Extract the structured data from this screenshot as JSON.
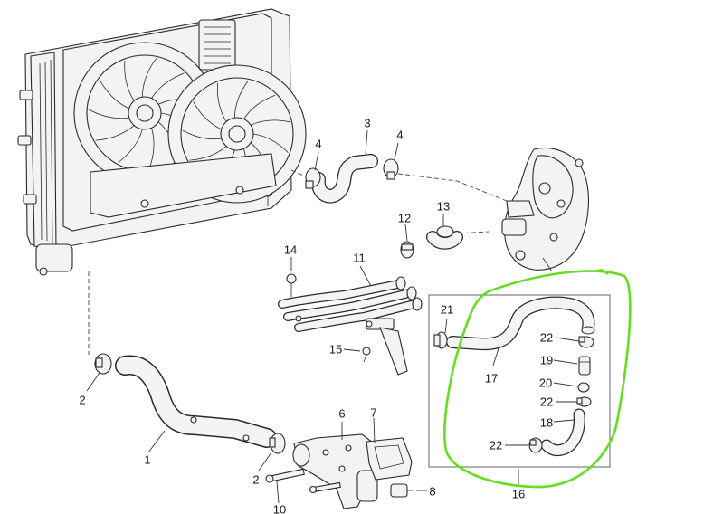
{
  "colors": {
    "line": "#2a2a2a",
    "fill": "#f3f3f3",
    "highlight": "#66dd22",
    "background": "#ffffff"
  },
  "callouts": [
    {
      "id": "c1",
      "text": "1"
    },
    {
      "id": "c2a",
      "text": "2"
    },
    {
      "id": "c2b",
      "text": "2"
    },
    {
      "id": "c3",
      "text": "3"
    },
    {
      "id": "c4a",
      "text": "4"
    },
    {
      "id": "c4b",
      "text": "4"
    },
    {
      "id": "c6",
      "text": "6"
    },
    {
      "id": "c7",
      "text": "7"
    },
    {
      "id": "c8",
      "text": "8"
    },
    {
      "id": "c10",
      "text": "10"
    },
    {
      "id": "c11",
      "text": "11"
    },
    {
      "id": "c12",
      "text": "12"
    },
    {
      "id": "c13",
      "text": "13"
    },
    {
      "id": "c14",
      "text": "14"
    },
    {
      "id": "c15",
      "text": "15"
    },
    {
      "id": "c16",
      "text": "16"
    },
    {
      "id": "c17",
      "text": "17"
    },
    {
      "id": "c18",
      "text": "18"
    },
    {
      "id": "c19",
      "text": "19"
    },
    {
      "id": "c20",
      "text": "20"
    },
    {
      "id": "c21",
      "text": "21"
    },
    {
      "id": "c22a",
      "text": "22"
    },
    {
      "id": "c22b",
      "text": "22"
    },
    {
      "id": "c22c",
      "text": "22"
    }
  ]
}
